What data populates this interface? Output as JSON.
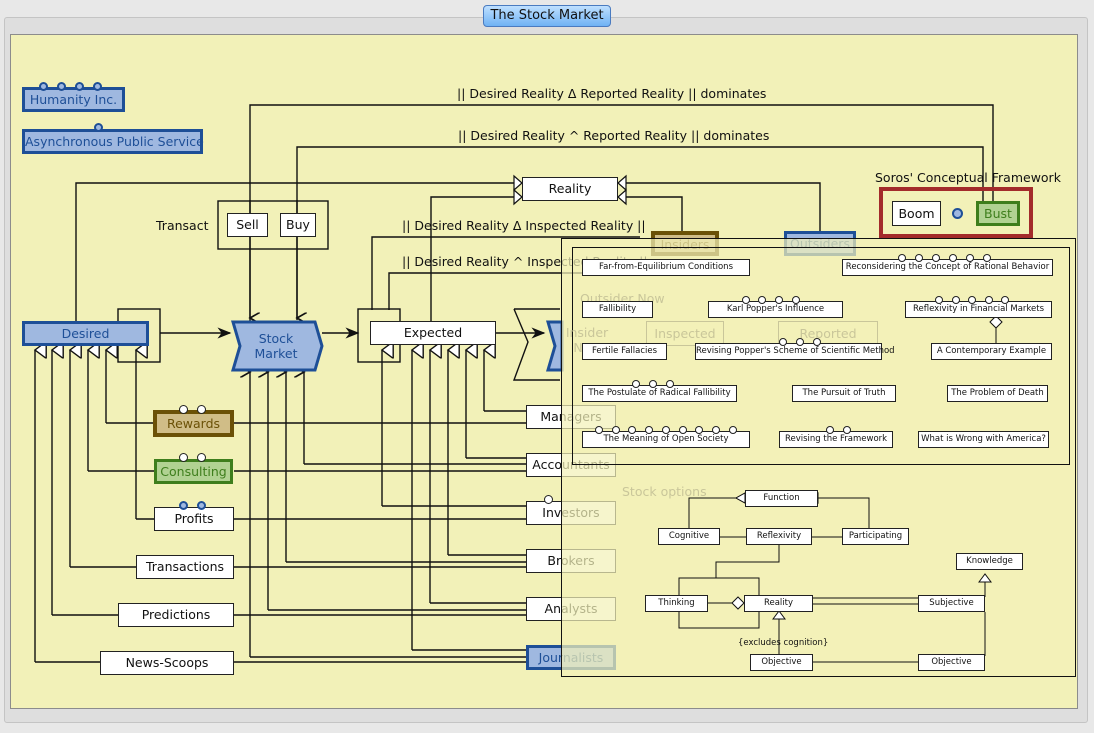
{
  "window": {
    "title": "The Stock Market"
  },
  "legend": {
    "humanity": "Humanity Inc.",
    "public_service": "Asynchronous Public Service"
  },
  "annotations": {
    "delta_reported": "|| Desired Reality Δ Reported Reality || dominates",
    "and_reported": "|| Desired Reality ^ Reported Reality || dominates",
    "delta_inspected": "|| Desired Reality Δ Inspected Reality ||",
    "and_inspected": "|| Desired Reality ^ Inspected Reality ||",
    "transact": "Transact",
    "stock_options": "Stock   options",
    "outsider_now": "Outsider Now",
    "excludes": "{excludes   cognition}",
    "soros": "Soros'   Conceptual   Framework"
  },
  "nodes": {
    "reality": "Reality",
    "sell": "Sell",
    "buy": "Buy",
    "desired": "Desired",
    "stock_market": "Stock Market",
    "expected": "Expected",
    "insider_now": "Insider Now",
    "inspected": "Inspected",
    "reported": "Reported",
    "insiders": "Insiders",
    "outsiders": "Outsiders",
    "rewards": "Rewards",
    "consulting": "Consulting",
    "profits": "Profits",
    "transactions": "Transactions",
    "predictions": "Predictions",
    "news_scoops": "News-Scoops",
    "managers": "Managers",
    "accountants": "Accountants",
    "investors": "Investors",
    "brokers": "Brokers",
    "analysts": "Analysts",
    "journalists": "Journalists",
    "boom": "Boom",
    "bust": "Bust"
  },
  "chapters": [
    "Far-from-Equilibrium Conditions",
    "Reconsidering the Concept of Rational Behavior",
    "Fallibility",
    "Karl Popper's Influence",
    "Reflexivity in Financial Markets",
    "Fertile Fallacies",
    "Revising Popper's Scheme of Scientific Method",
    "A Contemporary Example",
    "The Postulate of Radical Fallibility",
    "The Pursuit of Truth",
    "The Problem of Death",
    "The Meaning of Open Society",
    "Revising the Framework",
    "What is Wrong with America?"
  ],
  "concepts": {
    "function": "Function",
    "cognitive": "Cognitive",
    "reflexivity": "Reflexivity",
    "participating": "Participating",
    "knowledge": "Knowledge",
    "thinking": "Thinking",
    "reality": "Reality",
    "subjective": "Subjective",
    "objective_left": "Objective",
    "objective_right": "Objective"
  }
}
